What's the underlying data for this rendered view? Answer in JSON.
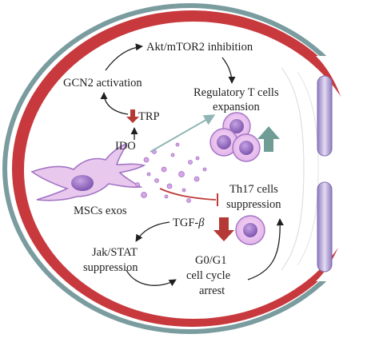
{
  "labels": {
    "akt": "Akt/mTOR2 inhibition",
    "gcn2": "GCN2 activation",
    "treg_1": "Regulatory T cells",
    "treg_2": "expansion",
    "trp": "TRP",
    "ido": "IDO",
    "mscs": "MSCs exos",
    "th17_1": "Th17 cells",
    "th17_2": "suppression",
    "tgf_prefix": "TGF-",
    "tgf_beta": "β",
    "jak_1": "Jak/STAT",
    "jak_2": "suppression",
    "g0_1": "G0/G1",
    "g0_2": "cell cycle",
    "g0_3": "arrest"
  },
  "colors": {
    "outer_ring": "#7a9c9f",
    "red_band": "#c8393e",
    "cell_purple": "#a274c4",
    "cell_light": "#e9c8ee",
    "exosome": "#d7a4e6",
    "up_arrow": "#6f9c95",
    "down_arrow": "#b53a35",
    "inhibit_line": "#c03a3a",
    "pointer_arrow": "#8fb6b4",
    "junction": "#bfaedc"
  },
  "icons": {
    "up": "up-arrow-icon",
    "down": "down-arrow-icon"
  }
}
